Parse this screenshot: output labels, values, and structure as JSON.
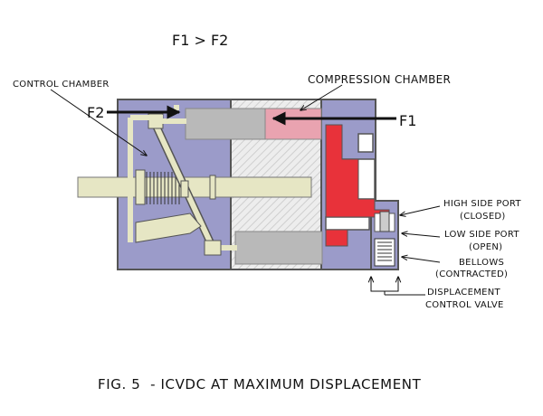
{
  "header": {
    "inequality": "F1 > F2"
  },
  "labels": {
    "control_chamber": "CONTROL CHAMBER",
    "compression_chamber": "COMPRESSION CHAMBER",
    "f1": "F1",
    "f2": "F2",
    "high_side_port": "HIGH SIDE PORT",
    "high_side_state": "(CLOSED)",
    "low_side_port": "LOW SIDE PORT",
    "low_side_state": "(OPEN)",
    "bellows": "BELLOWS",
    "bellows_state": "(CONTRACTED)",
    "displacement_valve_1": "DISPLACEMENT",
    "displacement_valve_2": "CONTROL VALVE"
  },
  "caption": "FIG. 5  - ICVDC AT MAXIMUM DISPLACEMENT",
  "colors": {
    "control_fill": "#9b9bc9",
    "body_outline": "#555555",
    "piston": "#b9b9b9",
    "compression_gas": "#e9a3b0",
    "high_pressure": "#e8323a",
    "shaft": "#e6e6c4",
    "cross_hatch": "#d8d8d8"
  }
}
